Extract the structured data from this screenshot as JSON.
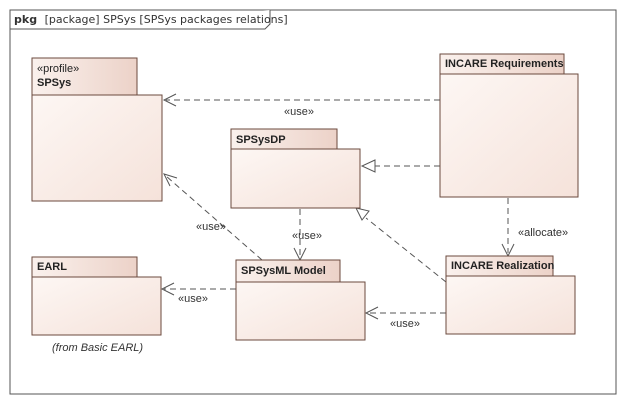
{
  "frame": {
    "keyword": "pkg",
    "title": "[package] SPSys [SPSys packages relations]"
  },
  "packages": {
    "spsys": {
      "stereotype": "«profile»",
      "name": "SPSys"
    },
    "incare_requirements": {
      "name": "INCARE Requirements"
    },
    "spsysdp": {
      "name": "SPSysDP"
    },
    "earl": {
      "name": "EARL",
      "note": "(from Basic EARL)"
    },
    "spsysml_model": {
      "name": "SPSysML Model"
    },
    "incare_realization": {
      "name": "INCARE Realization"
    }
  },
  "relations": {
    "req_to_spsys": "«use»",
    "model_to_spsys": "«use»",
    "dp_to_model": "«use»",
    "req_to_realization": "«allocate»",
    "model_to_earl": "«use»",
    "realization_to_model": "«use»"
  },
  "colors": {
    "package_fill_top": "#fbf3ef",
    "package_fill_bottom": "#f3dcd3",
    "package_border": "#6b4a3e",
    "connector": "#555555"
  }
}
